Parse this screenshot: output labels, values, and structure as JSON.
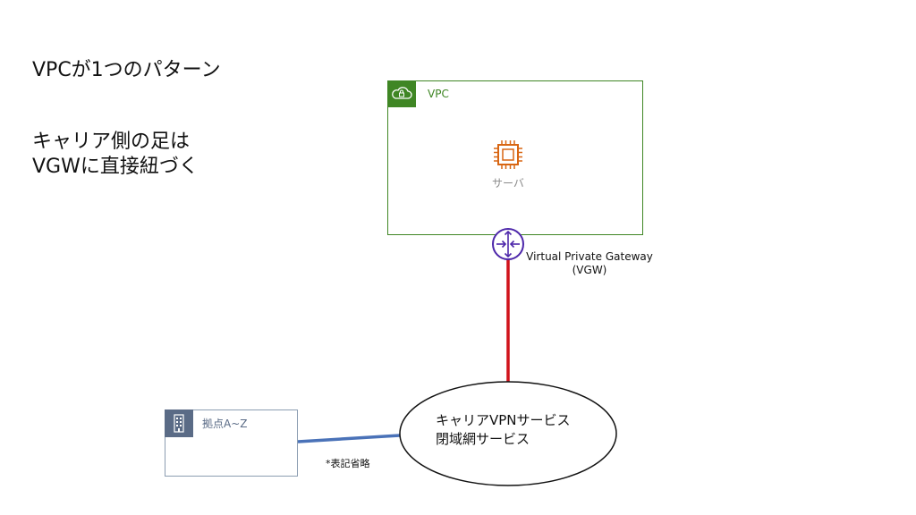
{
  "heading": {
    "title": "VPCが1つのパターン",
    "subtitle_line1": "キャリア側の足は",
    "subtitle_line2": "VGWに直接紐づく"
  },
  "vpc": {
    "label": "VPC",
    "server_label": "サーバ",
    "icon": "lock-cloud-icon",
    "server_icon": "chip-icon",
    "color": "#3f8624",
    "server_color": "#d86613"
  },
  "gateway": {
    "label_line1": "Virtual Private Gateway",
    "label_line2": "(VGW)",
    "icon": "router-icon",
    "color": "#4d27aa"
  },
  "site": {
    "label": "拠点A~Z",
    "icon": "building-icon",
    "color": "#5a6b86"
  },
  "carrier": {
    "line1": "キャリアVPNサービス",
    "line2": "閉域網サービス"
  },
  "note": "*表記省略",
  "connections": {
    "vgw_to_carrier_color": "#d0121b",
    "site_to_carrier_color": "#4a72b8"
  }
}
